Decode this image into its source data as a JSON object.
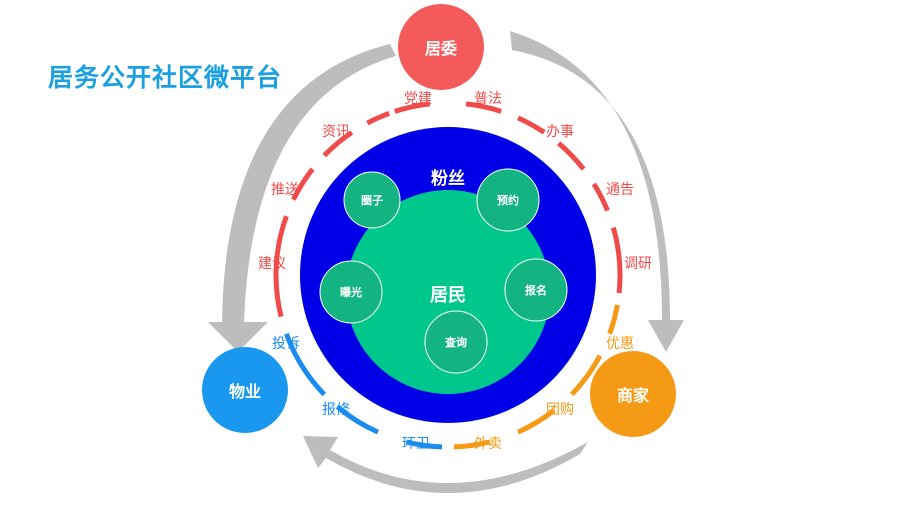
{
  "title": "居务公开社区微平台",
  "colors": {
    "blue": "#0000e6",
    "teal": "#00c88c",
    "teal_node": "#14b482",
    "red": "#f04b4b",
    "blue_light": "#1a8cf0",
    "orange": "#f59a14",
    "arrow_gray": "#bdbdbd"
  },
  "center": {
    "outer_label": "粉丝",
    "inner_label": "居民",
    "nodes": [
      "圈子",
      "预约",
      "曝光",
      "报名",
      "查询"
    ]
  },
  "parties": {
    "juwei": "居委",
    "wuye": "物业",
    "shangjia": "商家"
  },
  "services": {
    "juwei": [
      "党建",
      "普法",
      "办事",
      "通告",
      "调研",
      "建议",
      "推送",
      "资讯"
    ],
    "wuye": [
      "投诉",
      "报修",
      "环卫"
    ],
    "shangjia": [
      "优惠",
      "团购",
      "外卖"
    ]
  }
}
